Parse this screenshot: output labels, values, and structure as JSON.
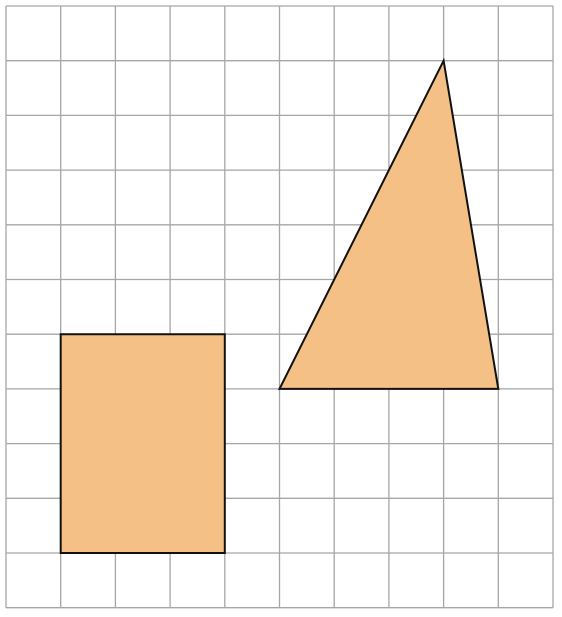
{
  "grid": {
    "columns": 10,
    "rows": 11,
    "line_color": "#a6a6a6",
    "background": "#ffffff"
  },
  "shapes": [
    {
      "kind": "rectangle",
      "name": "rectangle-shape",
      "vertices": [
        [
          1,
          6
        ],
        [
          4,
          6
        ],
        [
          4,
          10
        ],
        [
          1,
          10
        ]
      ],
      "fill": "#f5c085",
      "stroke": "#111111"
    },
    {
      "kind": "triangle",
      "name": "triangle-shape",
      "vertices": [
        [
          8,
          1
        ],
        [
          5,
          7
        ],
        [
          9,
          7
        ]
      ],
      "fill": "#f5c085",
      "stroke": "#111111"
    }
  ]
}
